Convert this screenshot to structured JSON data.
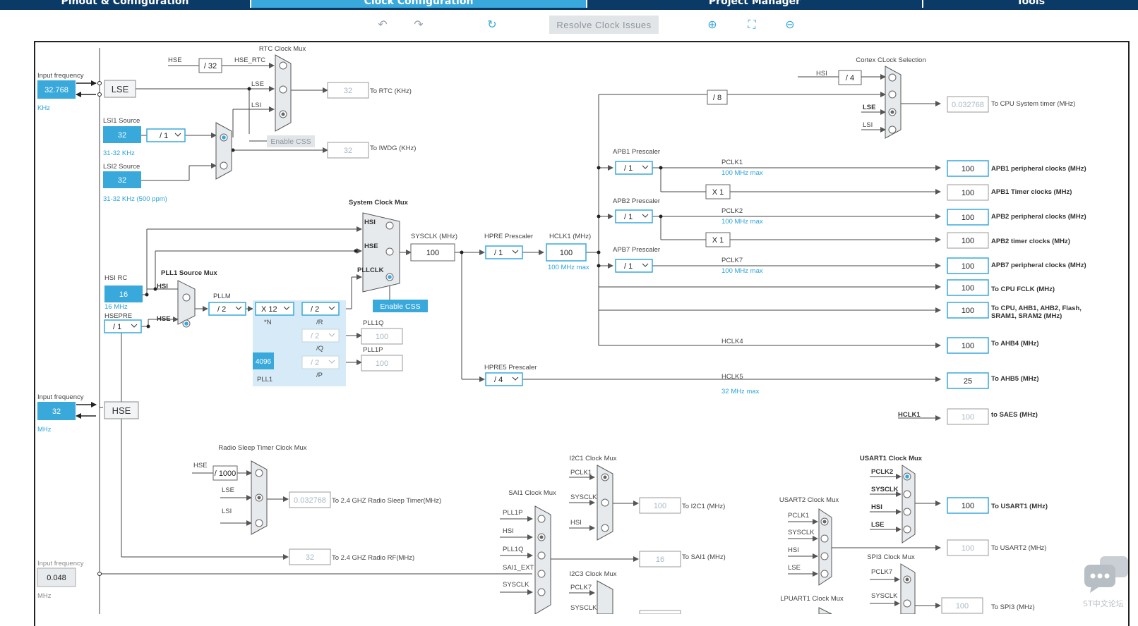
{
  "tabs": [
    "Pinout & Configuration",
    "Clock Configuration",
    "Project Manager",
    "Tools"
  ],
  "toolbar": {
    "resolve_label": "Resolve Clock Issues"
  },
  "input_lse": {
    "label": "Input frequency",
    "value": "32.768",
    "unit": "KHz",
    "name": "LSE"
  },
  "input_hse": {
    "label": "Input frequency",
    "value": "32",
    "unit": "MHz",
    "name": "HSE"
  },
  "input_ext": {
    "label": "Input frequency",
    "value": "0.048",
    "unit": "MHz"
  },
  "lsi1": {
    "label": "LSI1 Source",
    "value": "32",
    "range": "31-32 KHz",
    "div": "/ 1"
  },
  "lsi2": {
    "label": "LSI2 Source",
    "value": "32",
    "range": "31-32 KHz (500 ppm)"
  },
  "rtc": {
    "title": "RTC Clock Mux",
    "hse_div": "/ 32",
    "hse": "HSE",
    "hse_rtc": "HSE_RTC",
    "lse": "LSE",
    "lsi": "LSI",
    "value": "32",
    "out": "To RTC (KHz)",
    "css": "Enable CSS"
  },
  "iwdg": {
    "value": "32",
    "out": "To IWDG (KHz)"
  },
  "hsi": {
    "label": "HSI RC",
    "value": "16",
    "note": "16 MHz"
  },
  "hsepre": {
    "label": "HSEPRE",
    "div": "/ 1"
  },
  "pll": {
    "src_title": "PLL1 Source Mux",
    "hsi": "HSI",
    "hse": "HSE",
    "pllm_label": "PLLM",
    "pllm": "/ 2",
    "n": "X 12",
    "n_label": "*N",
    "r": "/ 2",
    "r_label": "/R",
    "q": "/ 2",
    "q_label": "/Q",
    "p": "/ 2",
    "p_label": "/P",
    "frac": "4096",
    "name": "PLL1",
    "q_out_label": "PLL1Q",
    "q_out": "100",
    "p_out_label": "PLL1P",
    "p_out": "100"
  },
  "sysmux": {
    "title": "System Clock Mux",
    "hsi": "HSI",
    "hse": "HSE",
    "pllclk": "PLLCLK",
    "css": "Enable CSS"
  },
  "sysclk": {
    "label": "SYSCLK (MHz)",
    "value": "100"
  },
  "hpre": {
    "label": "HPRE Prescaler",
    "div": "/ 1"
  },
  "hclk1": {
    "label": "HCLK1 (MHz)",
    "value": "100",
    "max": "100 MHz max"
  },
  "hpre5": {
    "label": "HPRE5 Prescaler",
    "div": "/ 4"
  },
  "cortex": {
    "title": "Cortex CLock Selection",
    "hsi": "HSI",
    "div4": "/ 4",
    "div8": "/ 8",
    "lse": "LSE",
    "lsi": "LSI",
    "value": "0.032768",
    "out": "To CPU System timer (MHz)"
  },
  "apb1": {
    "label": "APB1 Prescaler",
    "div": "/ 1",
    "pclk": "PCLK1",
    "max": "100 MHz max",
    "x": "X 1"
  },
  "apb2": {
    "label": "APB2 Prescaler",
    "div": "/ 1",
    "pclk": "PCLK2",
    "max": "100 MHz max",
    "x": "X 1"
  },
  "apb7": {
    "label": "APB7 Prescaler",
    "div": "/ 1",
    "pclk": "PCLK7",
    "max": "100 MHz max"
  },
  "hclk4": "HCLK4",
  "hclk5": {
    "label": "HCLK5",
    "max": "32 MHz max"
  },
  "hclk1_saes": "HCLK1",
  "outputs": [
    {
      "value": "100",
      "label": "APB1 peripheral clocks (MHz)"
    },
    {
      "value": "100",
      "label": "APB1 Timer clocks (MHz)"
    },
    {
      "value": "100",
      "label": "APB2 peripheral clocks (MHz)"
    },
    {
      "value": "100",
      "label": "APB2 timer clocks (MHz)"
    },
    {
      "value": "100",
      "label": "APB7 peripheral clocks (MHz)"
    },
    {
      "value": "100",
      "label": "To CPU FCLK (MHz)"
    },
    {
      "value": "100",
      "label": "To CPU, AHB1, AHB2, Flash,",
      "label2": "SRAM1, SRAM2 (MHz)"
    },
    {
      "value": "100",
      "label": "To AHB4 (MHz)"
    },
    {
      "value": "25",
      "label": "To AHB5 (MHz)"
    },
    {
      "value": "100",
      "label": "to SAES (MHz)"
    }
  ],
  "radio": {
    "title": "Radio Sleep Timer Clock Mux",
    "hse": "HSE",
    "div": "/ 1000",
    "lse": "LSE",
    "lsi": "LSI",
    "value": "0.032768",
    "out": "To 2.4 GHZ Radio Sleep Timer(MHz)",
    "rf_value": "32",
    "rf_out": "To 2.4 GHZ Radio RF(MHz)"
  },
  "sai1": {
    "title": "SAI1 Clock Mux",
    "in1": "PLL1P",
    "in2": "HSI",
    "in3": "PLL1Q",
    "in4": "SAI1_EXT",
    "in5": "SYSCLK",
    "value": "16",
    "out": "To SAI1 (MHz)"
  },
  "i2c1": {
    "title": "I2C1 Clock Mux",
    "in1": "PCLK1",
    "in2": "SYSCLK",
    "in3": "HSI",
    "value": "100",
    "out": "To I2C1 (MHz)"
  },
  "i2c3": {
    "title": "I2C3 Clock Mux",
    "in1": "PCLK7",
    "in2": "SYSCLK"
  },
  "usart1": {
    "title": "USART1 Clock Mux",
    "in1": "PCLK2",
    "in2": "SYSCLK",
    "in3": "HSI",
    "in4": "LSE",
    "value": "100",
    "out": "To USART1 (MHz)"
  },
  "usart2": {
    "title": "USART2 Clock Mux",
    "in1": "PCLK1",
    "in2": "SYSCLK",
    "in3": "HSI",
    "in4": "LSE",
    "value": "100",
    "out": "To USART2 (MHz)"
  },
  "spi3": {
    "title": "SPI3 Clock Mux",
    "in1": "PCLK7",
    "in2": "SYSCLK",
    "value": "100",
    "out": "To SPI3 (MHz)"
  },
  "lpuart1": {
    "title": "LPUART1 Clock Mux"
  },
  "forum": "ST中文论坛",
  "colors": {
    "accent": "#39a9dc",
    "navy": "#0b3a66",
    "pll_bg": "#d6ebf7"
  }
}
